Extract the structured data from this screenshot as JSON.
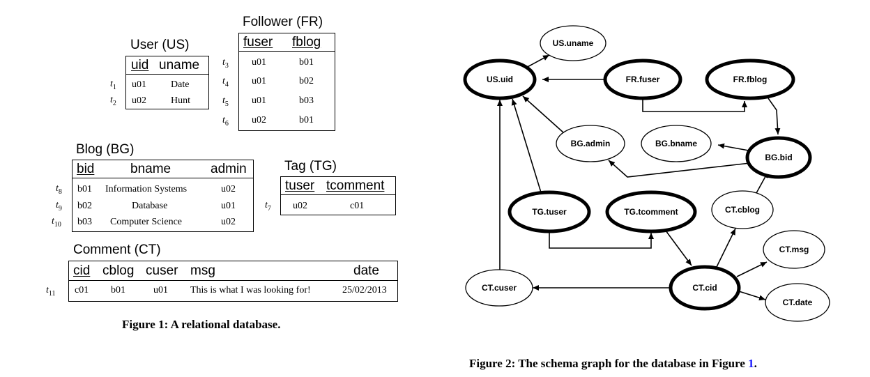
{
  "figure1": {
    "caption": "Figure 1: A relational database.",
    "user": {
      "title": "User (US)",
      "headers": [
        "uid",
        "uname"
      ],
      "rows": [
        {
          "tid": "t",
          "tsub": "1",
          "cells": [
            "u01",
            "Date"
          ]
        },
        {
          "tid": "t",
          "tsub": "2",
          "cells": [
            "u02",
            "Hunt"
          ]
        }
      ]
    },
    "follower": {
      "title": "Follower (FR)",
      "headers": [
        "fuser",
        "fblog"
      ],
      "rows": [
        {
          "tid": "t",
          "tsub": "3",
          "cells": [
            "u01",
            "b01"
          ]
        },
        {
          "tid": "t",
          "tsub": "4",
          "cells": [
            "u01",
            "b02"
          ]
        },
        {
          "tid": "t",
          "tsub": "5",
          "cells": [
            "u01",
            "b03"
          ]
        },
        {
          "tid": "t",
          "tsub": "6",
          "cells": [
            "u02",
            "b01"
          ]
        }
      ]
    },
    "blog": {
      "title": "Blog (BG)",
      "headers": [
        "bid",
        "bname",
        "admin"
      ],
      "rows": [
        {
          "tid": "t",
          "tsub": "8",
          "cells": [
            "b01",
            "Information Systems",
            "u02"
          ]
        },
        {
          "tid": "t",
          "tsub": "9",
          "cells": [
            "b02",
            "Database",
            "u01"
          ]
        },
        {
          "tid": "t",
          "tsub": "10",
          "cells": [
            "b03",
            "Computer Science",
            "u02"
          ]
        }
      ]
    },
    "tag": {
      "title": "Tag (TG)",
      "headers": [
        "tuser",
        "tcomment"
      ],
      "rows": [
        {
          "tid": "t",
          "tsub": "7",
          "cells": [
            "u02",
            "c01"
          ]
        }
      ]
    },
    "comment": {
      "title": "Comment (CT)",
      "headers": [
        "cid",
        "cblog",
        "cuser",
        "msg",
        "date"
      ],
      "rows": [
        {
          "tid": "t",
          "tsub": "11",
          "cells": [
            "c01",
            "b01",
            "u01",
            "This is what I was looking for!",
            "25/02/2013"
          ]
        }
      ]
    }
  },
  "figure2": {
    "caption_prefix": "Figure 2: The schema graph for the database in Figure ",
    "caption_ref": "1",
    "caption_suffix": ".",
    "nodes": {
      "us_uname": "US.uname",
      "us_uid": "US.uid",
      "fr_fuser": "FR.fuser",
      "fr_fblog": "FR.fblog",
      "bg_admin": "BG.admin",
      "bg_bname": "BG.bname",
      "bg_bid": "BG.bid",
      "tg_tuser": "TG.tuser",
      "tg_tcomment": "TG.tcomment",
      "ct_cblog": "CT.cblog",
      "ct_msg": "CT.msg",
      "ct_cuser": "CT.cuser",
      "ct_cid": "CT.cid",
      "ct_date": "CT.date"
    }
  }
}
